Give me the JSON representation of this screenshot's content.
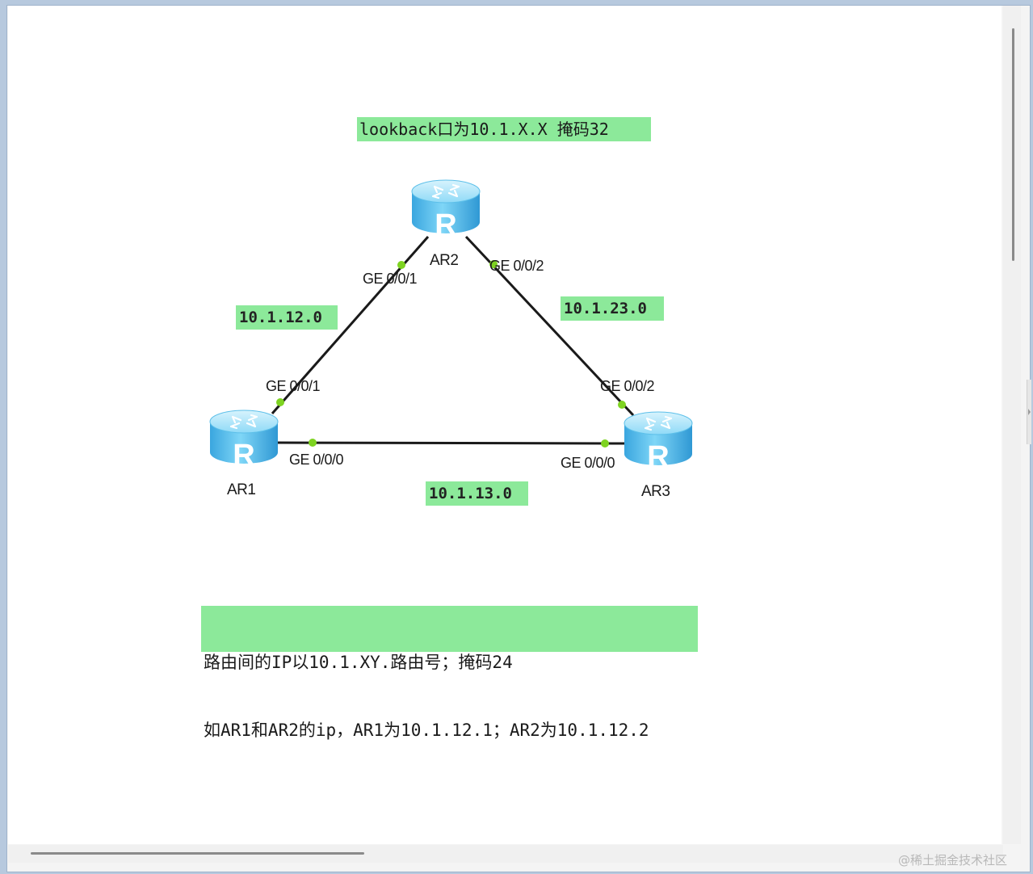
{
  "notes": {
    "loopback": "lookback口为10.1.X.X 掩码32",
    "rule_line1": "路由间的IP以10.1.XY.路由号；掩码24",
    "rule_line2": "如AR1和AR2的ip，AR1为10.1.12.1；AR2为10.1.12.2"
  },
  "networks": {
    "ar1_ar2": "10.1.12.0",
    "ar2_ar3": "10.1.23.0",
    "ar1_ar3": "10.1.13.0"
  },
  "routers": {
    "ar1": {
      "name": "AR1",
      "icon": "router-icon",
      "icon_letter": "R"
    },
    "ar2": {
      "name": "AR2",
      "icon": "router-icon",
      "icon_letter": "R"
    },
    "ar3": {
      "name": "AR3",
      "icon": "router-icon",
      "icon_letter": "R"
    }
  },
  "interfaces": {
    "ar2_to_ar1": "GE 0/0/1",
    "ar2_to_ar3": "GE 0/0/2",
    "ar1_to_ar2": "GE 0/0/1",
    "ar1_to_ar3": "GE 0/0/0",
    "ar3_to_ar2": "GE 0/0/2",
    "ar3_to_ar1": "GE 0/0/0"
  },
  "colors": {
    "note_background": "#8ce99a",
    "router_body": "#5ec2ef",
    "link": "#1a1a1a",
    "port_dot": "#7ed321"
  },
  "watermark": "@稀土掘金技术社区"
}
